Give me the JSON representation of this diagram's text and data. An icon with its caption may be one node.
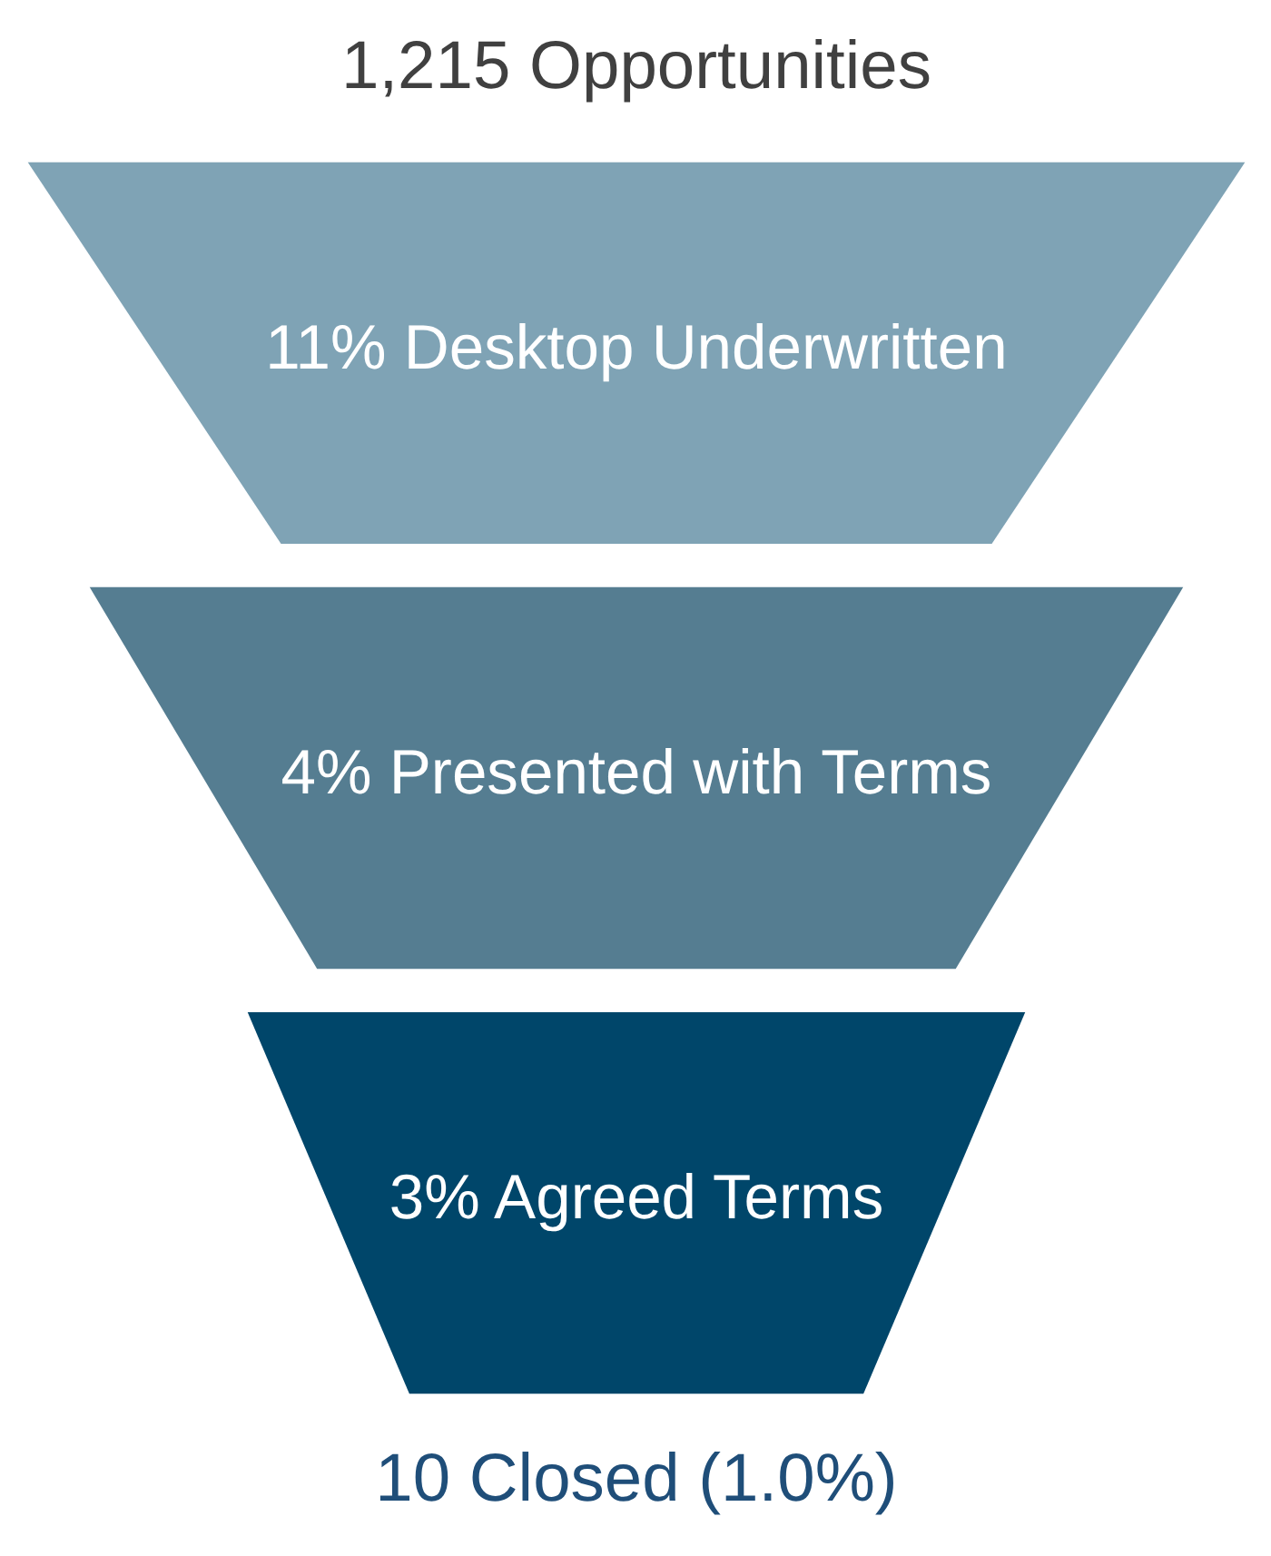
{
  "diagram": {
    "nodes": [
      {
        "text": [
          "11% Desktop Underwritten"
        ]
      },
      {
        "text": [
          "4% Presented with Terms"
        ]
      },
      {
        "text": [
          "3% Agreed Terms"
        ]
      }
    ],
    "labels": [
      "1,215 Opportunities",
      "10 Closed (1.0%)"
    ]
  }
}
